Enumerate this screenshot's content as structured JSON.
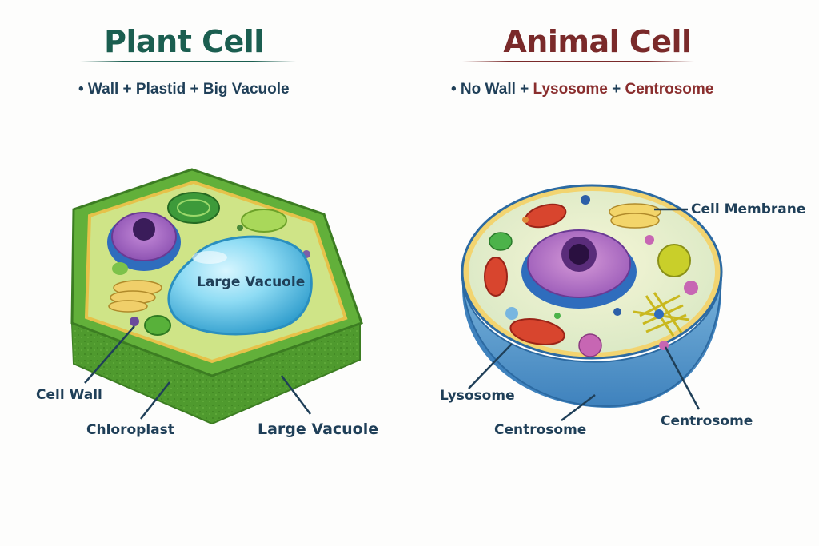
{
  "plant": {
    "title": "Plant Cell",
    "subtitle": "• Wall + Plastid + Big Vacuole",
    "vacuole_center_label": "Large Vacuole",
    "labels": {
      "cell_wall": "Cell Wall",
      "chloroplast": "Chloroplast",
      "large_vacuole": "Large Vacuole"
    }
  },
  "animal": {
    "title": "Animal Cell",
    "subtitle_prefix": "• No Wall + ",
    "subtitle_lysosome": "Lysosome",
    "subtitle_plus": " + ",
    "subtitle_centrosome": "Centrosome",
    "labels": {
      "cell_membrane": "Cell Membrane",
      "lysosome": "Lysosome",
      "centrosome_bottom": "Centrosome",
      "centrosome_right": "Centrosome"
    }
  },
  "colors": {
    "plant_title": "#1b5e50",
    "animal_title": "#7a2a2a",
    "label_text": "#1f3f58",
    "cell_wall_green": "#5aa535",
    "cytoplasm_green": "#c8e07a",
    "vacuole_blue": "#6fd0ee",
    "animal_cytoplasm": "#eef2cc",
    "animal_base_blue": "#5a9ccf"
  }
}
